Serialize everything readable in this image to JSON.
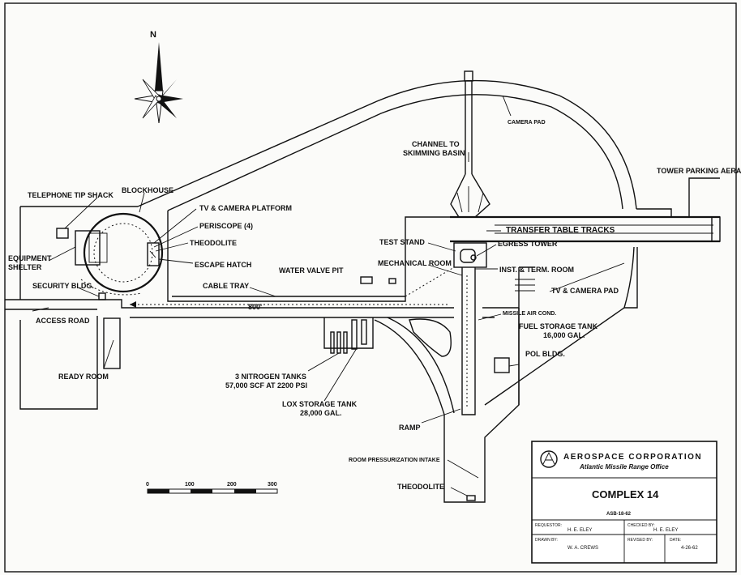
{
  "north": "N",
  "labels": {
    "channel": [
      "CHANNEL TO",
      "SKIMMING BASIN"
    ],
    "camera_pad": "CAMERA PAD",
    "tower_parking": "TOWER PARKING AERA",
    "telephone": "TELEPHONE TIP SHACK",
    "blockhouse": "BLOCKHOUSE",
    "tv_platform": "TV & CAMERA PLATFORM",
    "periscope": "PERISCOPE (4)",
    "theodolite_top": "THEODOLITE",
    "equipment": [
      "EQUIPMENT",
      "SHELTER"
    ],
    "escape": "ESCAPE HATCH",
    "transfer": "TRANSFER TABLE TRACKS",
    "test_stand": "TEST STAND",
    "egress": "EGRESS TOWER",
    "water_valve": "WATER VALVE PIT",
    "mech_room": "MECHANICAL ROOM",
    "inst_room": "INST. & TERM. ROOM",
    "cable_tray": "CABLE TRAY",
    "security": "SECURITY BLDG.",
    "tv_pad": "TV & CAMERA PAD",
    "dist": "800'",
    "access": "ACCESS ROAD",
    "missile_air": "MISSILE AIR COND.",
    "fuel": [
      "FUEL STORAGE TANK",
      "16,000 GAL."
    ],
    "pol": "POL BLDG.",
    "ready": "READY ROOM",
    "nitrogen": [
      "3 NITROGEN TANKS",
      "57,000 SCF AT 2200 PSI"
    ],
    "lox": [
      "LOX STORAGE TANK",
      "28,000 GAL."
    ],
    "ramp": "RAMP",
    "room_press": "ROOM PRESSURIZATION INTAKE",
    "theodolite_bottom": "THEODOLITE"
  },
  "scale": {
    "ticks": [
      "0",
      "100",
      "200",
      "300"
    ]
  },
  "title_block": {
    "org": "AEROSPACE CORPORATION",
    "office": "Atlantic Missile Range Office",
    "title": "COMPLEX 14",
    "drawing_no": "ASB-18-62",
    "requestor_label": "REQUESTOR:",
    "requestor": "H. E. ELEY",
    "checked_label": "CHECKED BY:",
    "checked": "H. E. ELEY",
    "drawn_label": "DRAWN BY:",
    "drawn": "W. A. CREWS",
    "revised_label": "REVISED BY:",
    "revised": "",
    "date_label": "DATE:",
    "date": "4-26-62"
  }
}
